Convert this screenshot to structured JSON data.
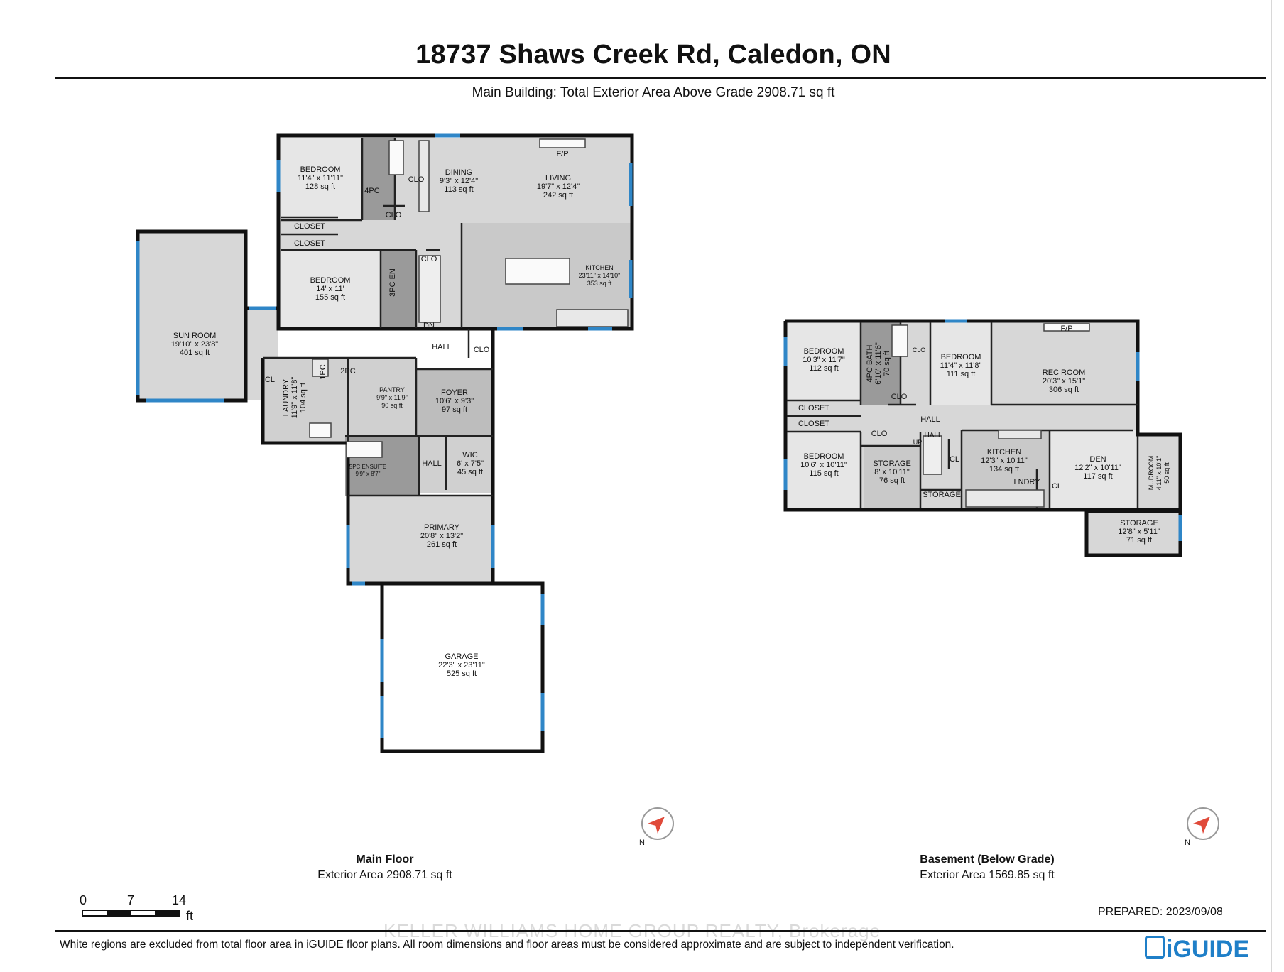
{
  "header": {
    "title": "18737 Shaws Creek Rd, Caledon, ON",
    "subtitle": "Main Building: Total Exterior Area Above Grade 2908.71 sq ft"
  },
  "colors": {
    "wall": "#111111",
    "window": "#2f86c7",
    "room_gray": "#d7d7d7",
    "bath_gray": "#9a9a9a",
    "accent": "#1f7fc8"
  },
  "main_floor": {
    "caption_title": "Main Floor",
    "caption_area": "Exterior Area 2908.71 sq ft",
    "rooms": {
      "bedroom1": {
        "name": "BEDROOM",
        "dims": "11'4\" x 11'11\"",
        "area": "128 sq ft"
      },
      "bath4pc": {
        "name": "4PC"
      },
      "clo1": {
        "name": "CLO"
      },
      "clo2": {
        "name": "CLO"
      },
      "dining": {
        "name": "DINING",
        "dims": "9'3\" x 12'4\"",
        "area": "113 sq ft"
      },
      "living": {
        "name": "LIVING",
        "dims": "19'7\" x 12'4\"",
        "area": "242 sq ft"
      },
      "fp": {
        "name": "F/P"
      },
      "closet1": {
        "name": "CLOSET"
      },
      "closet2": {
        "name": "CLOSET"
      },
      "bedroom2": {
        "name": "BEDROOM",
        "dims": "14' x 11'",
        "area": "155 sq ft"
      },
      "ensuite3pc": {
        "name": "3PC EN"
      },
      "clo3": {
        "name": "CLO"
      },
      "kitchen": {
        "name": "KITCHEN",
        "dims": "23'11\" x 14'10\"",
        "area": "353 sq ft"
      },
      "dn": {
        "name": "DN"
      },
      "hall1": {
        "name": "HALL"
      },
      "clo4": {
        "name": "CLO"
      },
      "sunroom": {
        "name": "SUN ROOM",
        "dims": "19'10\" x 23'8\"",
        "area": "401 sq ft"
      },
      "cl1": {
        "name": "CL"
      },
      "laundry": {
        "name": "LAUNDRY",
        "dims": "11'9\" x 11'8\"",
        "area": "104 sq ft"
      },
      "pc1": {
        "name": "1PC"
      },
      "pc2": {
        "name": "2PC"
      },
      "pantry": {
        "name": "PANTRY",
        "dims": "9'9\" x 11'9\"",
        "area": "90 sq ft"
      },
      "foyer": {
        "name": "FOYER",
        "dims": "10'6\" x 9'3\"",
        "area": "97 sq ft"
      },
      "ensuite5pc": {
        "name": "5PC ENSUITE",
        "dims": "9'9\" x 8'7\""
      },
      "hall2": {
        "name": "HALL"
      },
      "wic": {
        "name": "WIC",
        "dims": "6' x 7'5\"",
        "area": "45 sq ft"
      },
      "primary": {
        "name": "PRIMARY",
        "dims": "20'8\" x 13'2\"",
        "area": "261 sq ft"
      },
      "garage": {
        "name": "GARAGE",
        "dims": "22'3\" x 23'11\"",
        "area": "525 sq ft"
      }
    }
  },
  "basement": {
    "caption_title": "Basement (Below Grade)",
    "caption_area": "Exterior Area 1569.85 sq ft",
    "rooms": {
      "bedroom1": {
        "name": "BEDROOM",
        "dims": "10'3\" x 11'7\"",
        "area": "112 sq ft"
      },
      "bath4pc": {
        "name": "4PC BATH",
        "dims": "6'10\" x 11'6\"",
        "area": "70 sq ft"
      },
      "clo1": {
        "name": "CLO"
      },
      "clo2": {
        "name": "CLO"
      },
      "bedroom2": {
        "name": "BEDROOM",
        "dims": "11'4\" x 11'8\"",
        "area": "111 sq ft"
      },
      "fp": {
        "name": "F/P"
      },
      "recroom": {
        "name": "REC ROOM",
        "dims": "20'3\" x 15'1\"",
        "area": "306 sq ft"
      },
      "closet1": {
        "name": "CLOSET"
      },
      "closet2": {
        "name": "CLOSET"
      },
      "hall": {
        "name": "HALL"
      },
      "clo3": {
        "name": "CLO"
      },
      "hall2": {
        "name": "HALL"
      },
      "up": {
        "name": "UP"
      },
      "bedroom3": {
        "name": "BEDROOM",
        "dims": "10'6\" x 10'11\"",
        "area": "115 sq ft"
      },
      "storage1": {
        "name": "STORAGE",
        "dims": "8' x 10'11\"",
        "area": "76 sq ft"
      },
      "cl1": {
        "name": "CL"
      },
      "kitchen": {
        "name": "KITCHEN",
        "dims": "12'3\" x 10'11\"",
        "area": "134 sq ft"
      },
      "lndry": {
        "name": "LNDRY"
      },
      "cl2": {
        "name": "CL"
      },
      "storage2": {
        "name": "STORAGE"
      },
      "den": {
        "name": "DEN",
        "dims": "12'2\" x 10'11\"",
        "area": "117 sq ft"
      },
      "mudroom": {
        "name": "MUDROOM",
        "dims": "4'11\" x 10'1\"",
        "area": "50 sq ft"
      },
      "storage3": {
        "name": "STORAGE",
        "dims": "12'8\" x 5'11\"",
        "area": "71 sq ft"
      }
    }
  },
  "compass": {
    "label": "N"
  },
  "scale": {
    "tick0": "0",
    "tick1": "7",
    "tick2": "14",
    "unit": "ft"
  },
  "footer": {
    "prepared": "PREPARED: 2023/09/08",
    "disclaimer": "White regions are excluded from total floor area in iGUIDE floor plans. All room dimensions and floor areas must be considered approximate and are subject to independent verification.",
    "watermark": "KELLER WILLIAMS HOME GROUP REALTY, Brokerage",
    "logo": "iGUIDE"
  }
}
